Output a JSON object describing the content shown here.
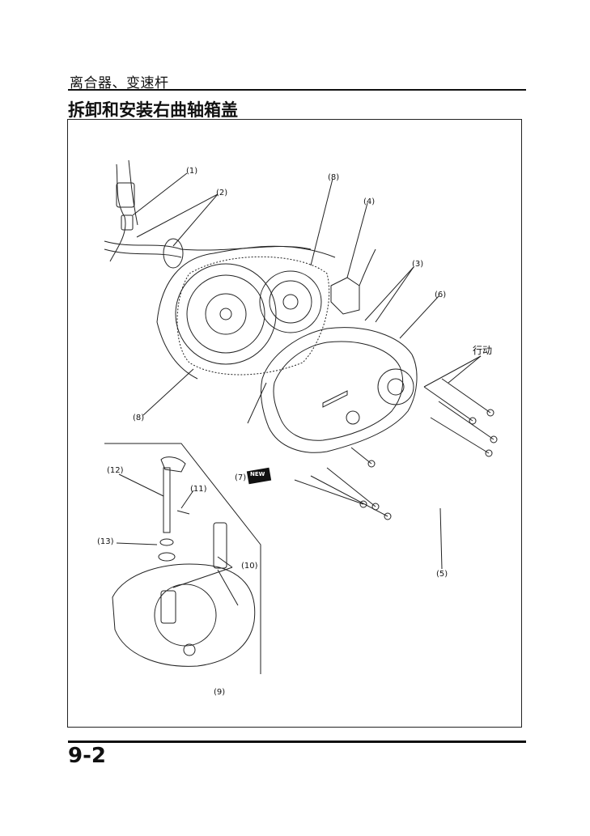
{
  "header": {
    "section": "离合器、变速杆"
  },
  "page": {
    "title": "拆卸和安装右曲轴箱盖",
    "number": "9-2"
  },
  "figure": {
    "callouts": {
      "c1": "(1)",
      "c2": "(2)",
      "c3": "(3)",
      "c4": "(4)",
      "c5": "(5)",
      "c6": "(6)",
      "c7": "(7)",
      "c8a": "(8)",
      "c8b": "(8)",
      "c9": "(9)",
      "c10": "(10)",
      "c11": "(11)",
      "c12": "(12)",
      "c13": "(13)"
    },
    "action_note": "行动",
    "new_badge": "NEW"
  }
}
